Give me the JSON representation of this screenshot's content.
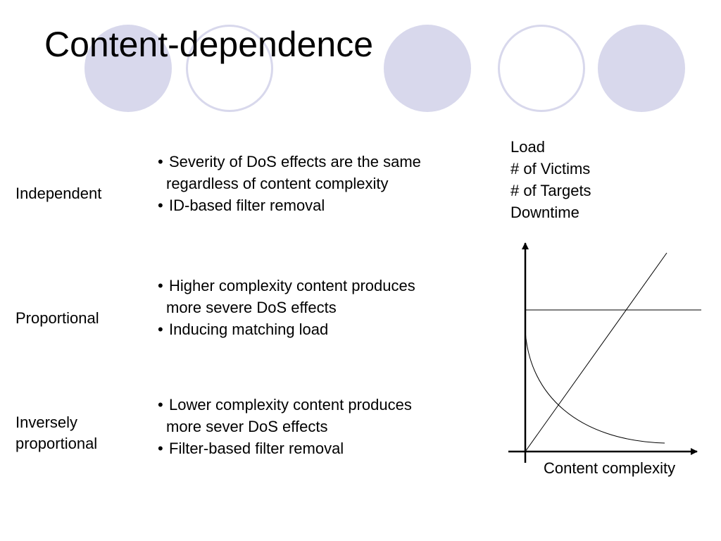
{
  "slide": {
    "title": "Content-dependence",
    "accent_color": "#d8d8ec"
  },
  "rows": [
    {
      "label": "Independent",
      "bullets": [
        [
          "Severity of DoS effects are the same",
          "regardless of content complexity"
        ],
        [
          "ID-based filter removal"
        ]
      ]
    },
    {
      "label": "Proportional",
      "bullets": [
        [
          "Higher complexity content produces",
          "more severe DoS effects"
        ],
        [
          "Inducing matching load"
        ]
      ]
    },
    {
      "label_lines": [
        "Inversely",
        "proportional"
      ],
      "bullets": [
        [
          "Lower complexity content produces",
          "more sever DoS effects"
        ],
        [
          "Filter-based filter removal"
        ]
      ]
    }
  ],
  "graph": {
    "y_axis_items": [
      "Load",
      "# of Victims",
      "# of Targets",
      "Downtime"
    ],
    "x_axis_label": "Content complexity",
    "curves": [
      "independent-constant",
      "proportional-increasing",
      "inversely-proportional-decreasing"
    ]
  }
}
